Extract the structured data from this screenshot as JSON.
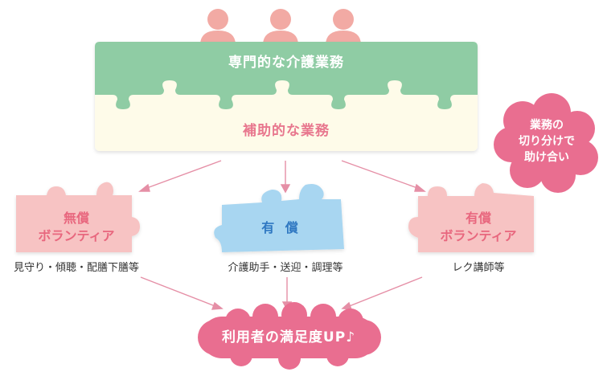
{
  "diagram": {
    "top_block_label": "専門的な介護業務",
    "bottom_block_label": "補助的な業務",
    "cloud_label_lines": [
      "業務の",
      "切り分けで",
      "助け合い"
    ],
    "pieces": [
      {
        "label_lines": [
          "無償",
          "ボランティア"
        ],
        "caption": "見守り・傾聴・配膳下膳等",
        "color": "#f7c3c3"
      },
      {
        "label_lines": [
          "有 償"
        ],
        "caption": "介護助手・送迎・調理等",
        "color": "#a8d6f1"
      },
      {
        "label_lines": [
          "有償",
          "ボランティア"
        ],
        "caption": "レク講師等",
        "color": "#f7c3c3"
      }
    ],
    "result_label": "利用者の満足度UP♪"
  },
  "colors": {
    "green": "#8fcca4",
    "cream": "#fefbe9",
    "pink_person": "#f2aaa4",
    "arrow": "#e58fa6",
    "accent_pink": "#e8677e",
    "cloud_pink": "#e96e90",
    "blue_text": "#2f78c2"
  }
}
